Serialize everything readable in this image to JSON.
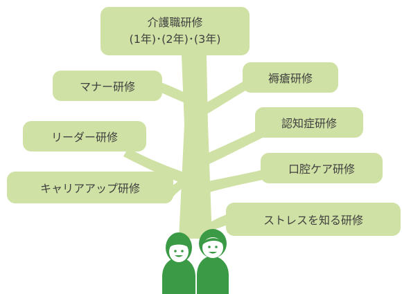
{
  "colors": {
    "trunk": "#cfe1a4",
    "label_bg": "#cfe1a4",
    "people": "#3a9a45",
    "text": "#3f3f3f"
  },
  "labels": {
    "top_line1": "介護職研修",
    "top_line2": "(1年)･(2年)･(3年)",
    "manner": "マナー研修",
    "jokuso": "褥瘡研修",
    "ninchisho": "認知症研修",
    "leader": "リーダー研修",
    "koukuu": "口腔ケア研修",
    "career": "キャリアアップ研修",
    "stress": "ストレスを知る研修"
  },
  "icons": [
    "girl-icon",
    "boy-icon"
  ]
}
